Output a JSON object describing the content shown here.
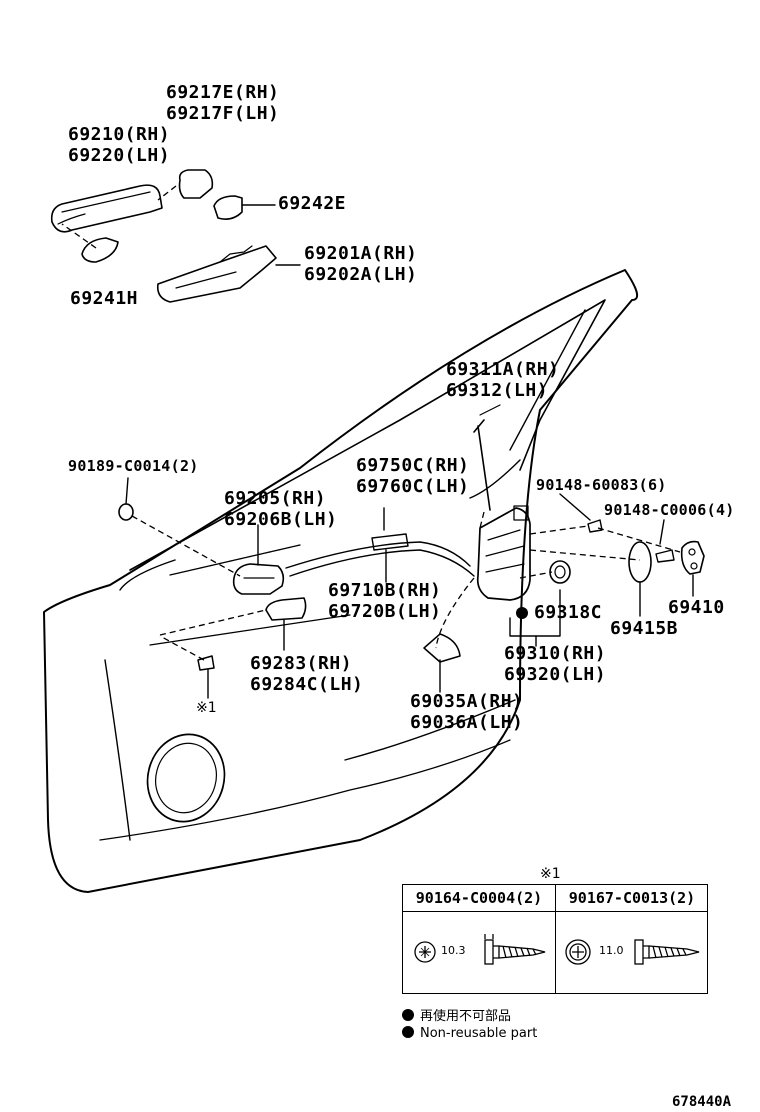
{
  "parts": {
    "p69217": [
      "69217E(RH)",
      "69217F(LH)"
    ],
    "p69210": [
      "69210(RH)",
      "69220(LH)"
    ],
    "p69242": "69242E",
    "p69201": [
      "69201A(RH)",
      "69202A(LH)"
    ],
    "p69241": "69241H",
    "p69311": [
      "69311A(RH)",
      "69312(LH)"
    ],
    "p90189": "90189-C0014(2)",
    "p69750": [
      "69750C(RH)",
      "69760C(LH)"
    ],
    "p90148a": "90148-60083(6)",
    "p69205": [
      "69205(RH)",
      "69206B(LH)"
    ],
    "p90148b": "90148-C0006(4)",
    "p69710": [
      "69710B(RH)",
      "69720B(LH)"
    ],
    "p69318": "69318C",
    "p69415": "69415B",
    "p69410": "69410",
    "p69283": [
      "69283(RH)",
      "69284C(LH)"
    ],
    "p69310": [
      "69310(RH)",
      "69320(LH)"
    ],
    "p69035": [
      "69035A(RH)",
      "69036A(LH)"
    ]
  },
  "refmark": "※1",
  "fastener_table": {
    "title": "※1",
    "columns": [
      {
        "part": "90164-C0004(2)",
        "dimension": "10.3"
      },
      {
        "part": "90167-C0013(2)",
        "dimension": "11.0"
      }
    ]
  },
  "legend": [
    "再使用不可部品",
    "Non-reusable part"
  ],
  "diagram_code": "678440A"
}
